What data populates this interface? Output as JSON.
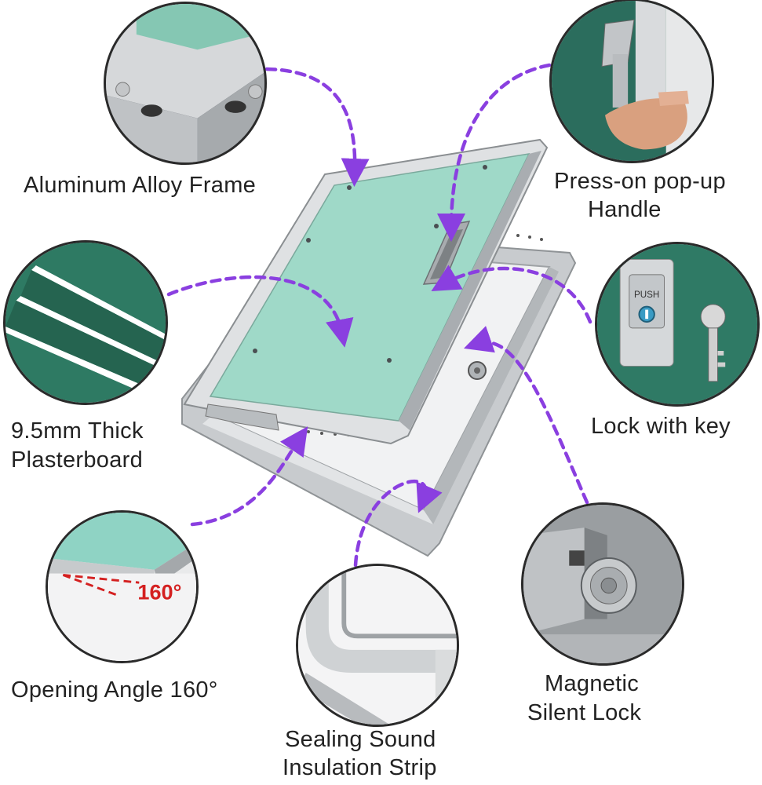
{
  "features": {
    "frame": "Aluminum Alloy Frame",
    "handle_line1": "Press-on pop-up",
    "handle_line2": "Handle",
    "board_line1": "9.5mm Thick",
    "board_line2": "Plasterboard",
    "lock": "Lock with key",
    "angle": "Opening Angle 160°",
    "magnetic_line1": "Magnetic",
    "magnetic_line2": "Silent Lock",
    "sealing_line1": "Sealing Sound",
    "sealing_line2": "Insulation Strip"
  },
  "angle_badge": "160°",
  "lock_button_text": "PUSH",
  "colors": {
    "arrow": "#8a3fe0",
    "board_green": "#8fd3c4",
    "dark_green": "#2f7a64",
    "aluminum": "#d7d9db",
    "angle_red": "#d42020"
  },
  "icons": [
    "frame-corner-detail",
    "hand-handle-detail",
    "board-layers-detail",
    "lock-key-detail",
    "angle-detail",
    "seal-strip-detail",
    "magnetic-lock-detail"
  ]
}
